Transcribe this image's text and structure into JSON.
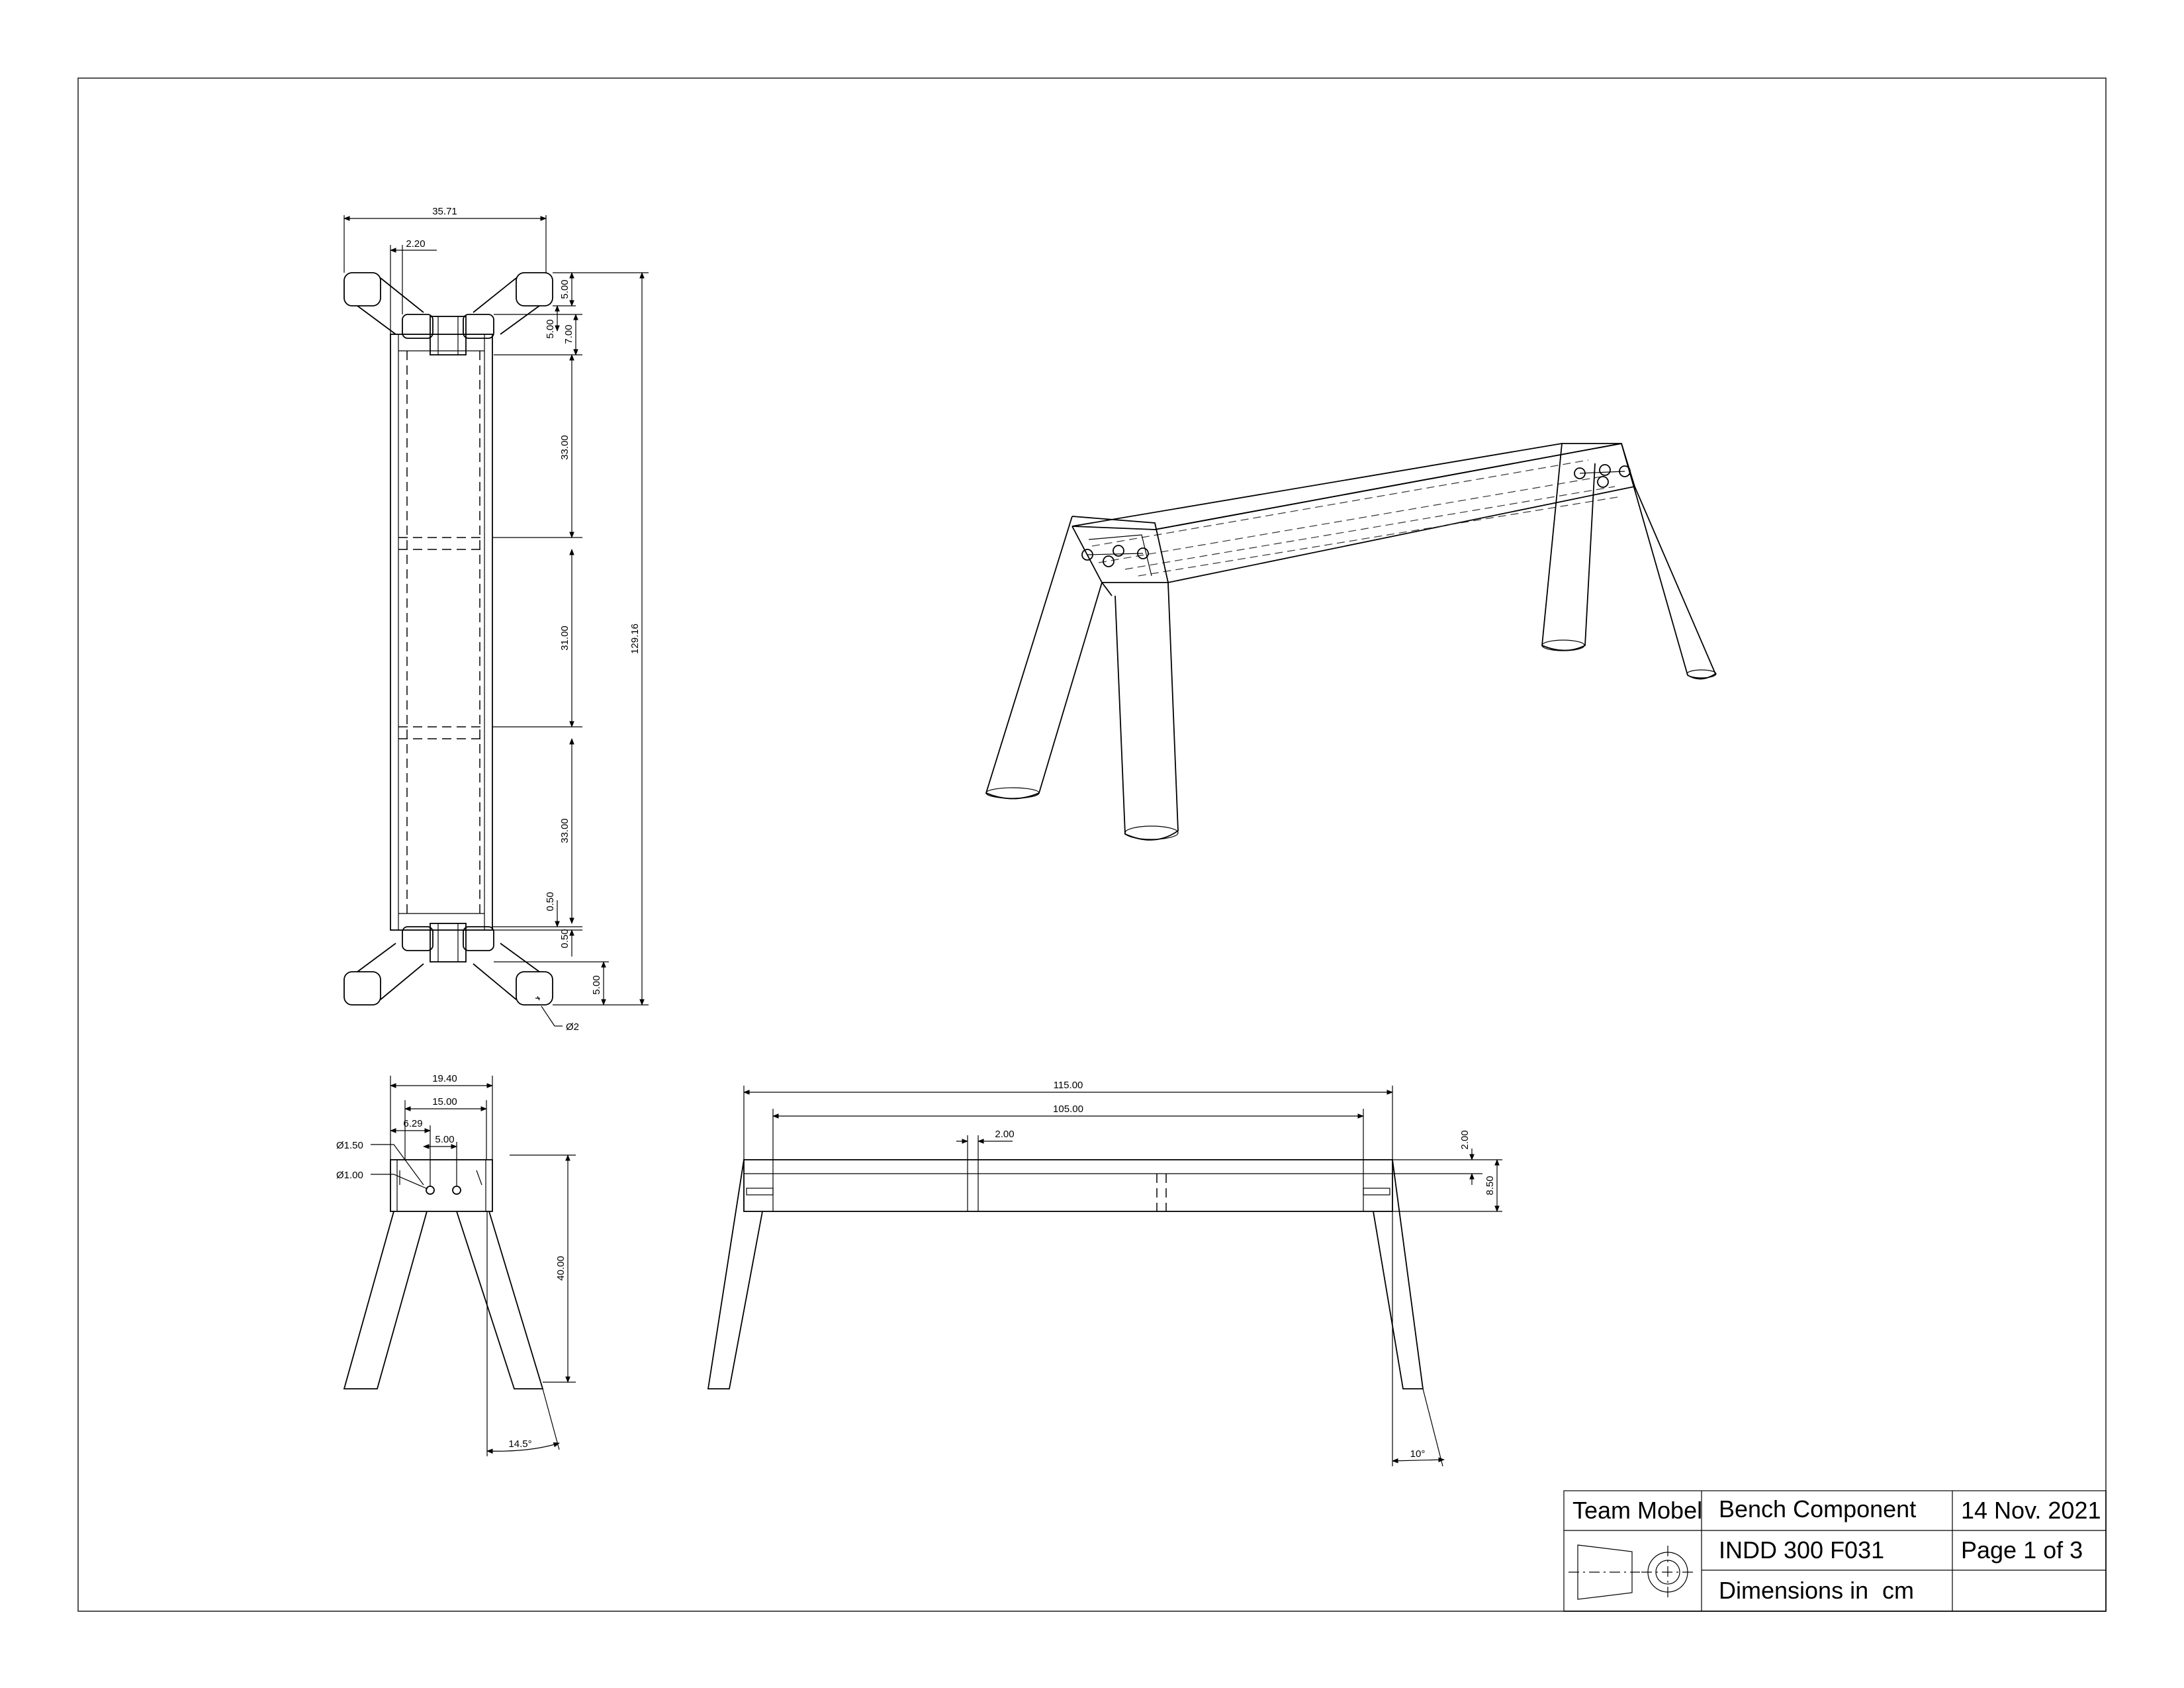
{
  "title_block": {
    "team": "Team Mobel",
    "part_name": "Bench Component",
    "date": "14 Nov. 2021",
    "course_code": "INDD 300 F031",
    "page": "Page 1 of 3",
    "units_label": "Dimensions in",
    "units_value": "cm",
    "projection_symbol": "third-angle-projection-icon"
  },
  "top_view": {
    "width": "35.71",
    "offset": "2.20",
    "end_5a": "5.00",
    "end_5b": "5.00",
    "end_7": "7.00",
    "seg_a": "33.00",
    "seg_b": "31.00",
    "seg_c": "33.00",
    "gap_a": "0.50",
    "gap_b": "0.50",
    "end_5c": "5.00",
    "total_length": "129.16",
    "hole": "Ø2"
  },
  "side_view": {
    "top_width": "19.40",
    "inner_width": "15.00",
    "offset": "6.29",
    "hole_spacing": "5.00",
    "hole_large": "Ø1.50",
    "hole_small": "Ø1.00",
    "height": "40.00",
    "angle": "14.5°"
  },
  "front_view": {
    "overall": "115.00",
    "inner": "105.00",
    "slot": "2.00",
    "top_thickness": "2.00",
    "beam_height": "8.50",
    "angle": "10°"
  }
}
